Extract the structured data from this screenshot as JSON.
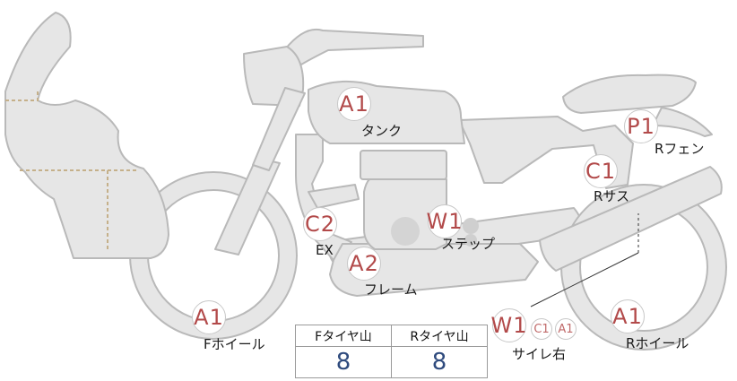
{
  "parts": [
    {
      "id": "tank",
      "code": "A1",
      "label": "タンク"
    },
    {
      "id": "rear-fender",
      "code": "P1",
      "label": "Rフェン"
    },
    {
      "id": "rear-suspension",
      "code": "C1",
      "label": "Rサス"
    },
    {
      "id": "exhaust",
      "code": "C2",
      "label": "EX"
    },
    {
      "id": "step",
      "code": "W1",
      "label": "ステップ"
    },
    {
      "id": "frame",
      "code": "A2",
      "label": "フレーム"
    },
    {
      "id": "front-wheel",
      "code": "A1",
      "label": "Fホイール"
    },
    {
      "id": "rear-wheel",
      "code": "A1",
      "label": "Rホイール"
    }
  ],
  "silencer_right": {
    "codes": [
      "W1",
      "C1",
      "A1"
    ],
    "label": "サイレ右"
  },
  "tire_tread": {
    "front_header": "Fタイヤ山",
    "rear_header": "Rタイヤ山",
    "front_value": "8",
    "rear_value": "8"
  },
  "colors": {
    "body_fill": "#e6e6e6",
    "outline": "#b9b9b9",
    "code_text": "#b24a4a",
    "tread_value_text": "#2e4a7d"
  }
}
